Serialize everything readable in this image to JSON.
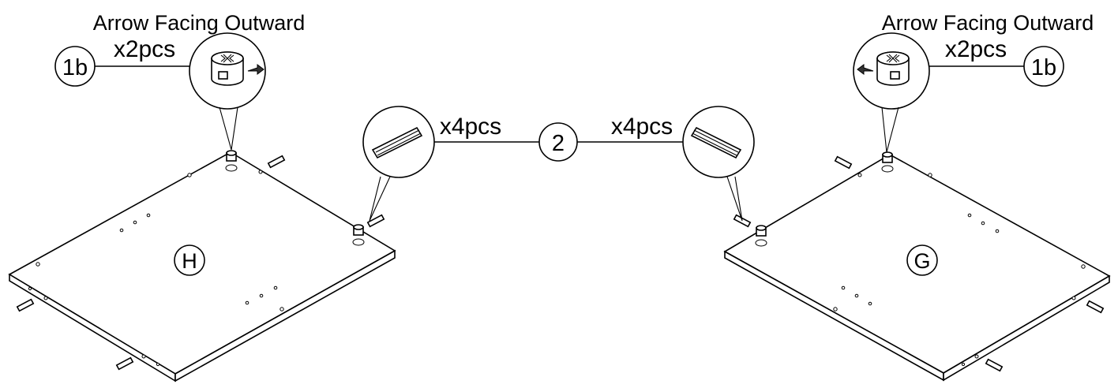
{
  "instructions": {
    "left_arrow_note": "Arrow Facing Outward",
    "right_arrow_note": "Arrow Facing Outward",
    "left_cam_qty": "x2pcs",
    "right_cam_qty": "x2pcs",
    "left_dowel_qty": "x4pcs",
    "right_dowel_qty": "x4pcs"
  },
  "parts": {
    "left_cam_id": "1b",
    "right_cam_id": "1b",
    "dowel_id": "2"
  },
  "panels": {
    "left": "H",
    "right": "G"
  }
}
